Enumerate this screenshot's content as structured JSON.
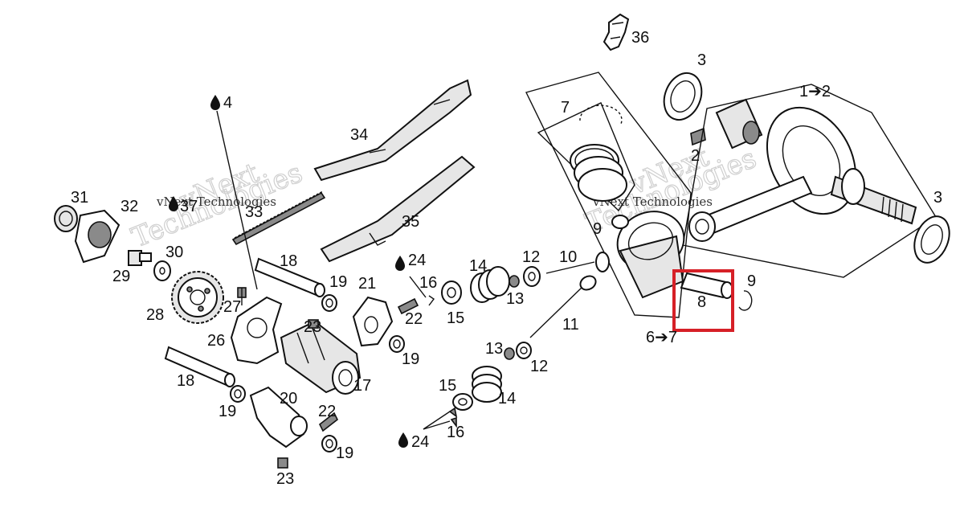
{
  "diagram": {
    "labels": [
      {
        "id": "36",
        "text": "36"
      },
      {
        "id": "3a",
        "text": "3"
      },
      {
        "id": "1to2",
        "text": "1➔2"
      },
      {
        "id": "7a",
        "text": "7"
      },
      {
        "id": "2",
        "text": "2"
      },
      {
        "id": "3b",
        "text": "3"
      },
      {
        "id": "4",
        "text": "4"
      },
      {
        "id": "34",
        "text": "34"
      },
      {
        "id": "31",
        "text": "31"
      },
      {
        "id": "32",
        "text": "32"
      },
      {
        "id": "37",
        "text": "37"
      },
      {
        "id": "33",
        "text": "33"
      },
      {
        "id": "35",
        "text": "35"
      },
      {
        "id": "9a",
        "text": "9"
      },
      {
        "id": "30",
        "text": "30"
      },
      {
        "id": "29",
        "text": "29"
      },
      {
        "id": "18a",
        "text": "18"
      },
      {
        "id": "24a",
        "text": "24"
      },
      {
        "id": "14a",
        "text": "14"
      },
      {
        "id": "12a",
        "text": "12"
      },
      {
        "id": "10",
        "text": "10"
      },
      {
        "id": "9b",
        "text": "9"
      },
      {
        "id": "8",
        "text": "8"
      },
      {
        "id": "19a",
        "text": "19"
      },
      {
        "id": "21",
        "text": "21"
      },
      {
        "id": "16a",
        "text": "16"
      },
      {
        "id": "13a",
        "text": "13"
      },
      {
        "id": "28",
        "text": "28"
      },
      {
        "id": "27",
        "text": "27"
      },
      {
        "id": "15a",
        "text": "15"
      },
      {
        "id": "22a",
        "text": "22"
      },
      {
        "id": "23a",
        "text": "23"
      },
      {
        "id": "11",
        "text": "11"
      },
      {
        "id": "6to7",
        "text": "6➔7"
      },
      {
        "id": "26",
        "text": "26"
      },
      {
        "id": "19b",
        "text": "19"
      },
      {
        "id": "13b",
        "text": "13"
      },
      {
        "id": "12b",
        "text": "12"
      },
      {
        "id": "17",
        "text": "17"
      },
      {
        "id": "18b",
        "text": "18"
      },
      {
        "id": "15b",
        "text": "15"
      },
      {
        "id": "14b",
        "text": "14"
      },
      {
        "id": "20",
        "text": "20"
      },
      {
        "id": "19c",
        "text": "19"
      },
      {
        "id": "22b",
        "text": "22"
      },
      {
        "id": "16b",
        "text": "16"
      },
      {
        "id": "24b",
        "text": "24"
      },
      {
        "id": "19d",
        "text": "19"
      },
      {
        "id": "23b",
        "text": "23"
      }
    ],
    "watermarks": [
      {
        "text": "vNext Technologies"
      },
      {
        "text": "vNext Technologies"
      }
    ],
    "highlight": {
      "color": "#d62027"
    },
    "icons": [
      "oil-drop-icon"
    ]
  }
}
